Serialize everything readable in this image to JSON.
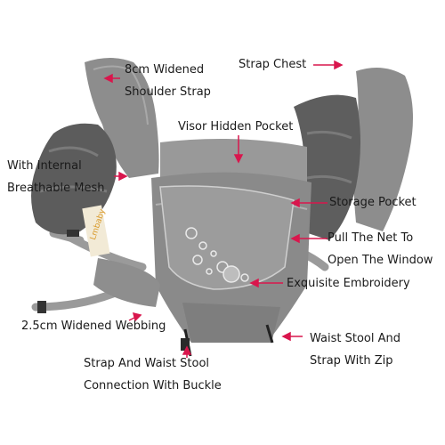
{
  "callouts": {
    "shoulder_strap": [
      "8cm Widened",
      "Shoulder Strap"
    ],
    "strap_chest": [
      "Strap Chest"
    ],
    "visor_pocket": [
      "Visor Hidden Pocket"
    ],
    "internal_mesh": [
      "With Internal",
      "Breathable Mesh"
    ],
    "storage_pocket": [
      "Storage Pocket"
    ],
    "pull_net": [
      "Pull The Net To",
      "Open The Window"
    ],
    "embroidery": [
      "Exquisite Embroidery"
    ],
    "webbing": [
      "2.5cm Widened Webbing"
    ],
    "waist_stool": [
      "Waist Stool And",
      "Strap With Zip"
    ],
    "buckle": [
      "Strap And Waist Stool",
      "Connection With Buckle"
    ]
  },
  "brand_tag": "Lmbaby",
  "colors": {
    "fabric": "#8a8a8a",
    "fabric_light": "#a3a3a3",
    "fabric_dark": "#6c6c6c",
    "mesh": "#5f5f5f",
    "arrow": "#d9164d",
    "tag": "#f2ead6"
  }
}
